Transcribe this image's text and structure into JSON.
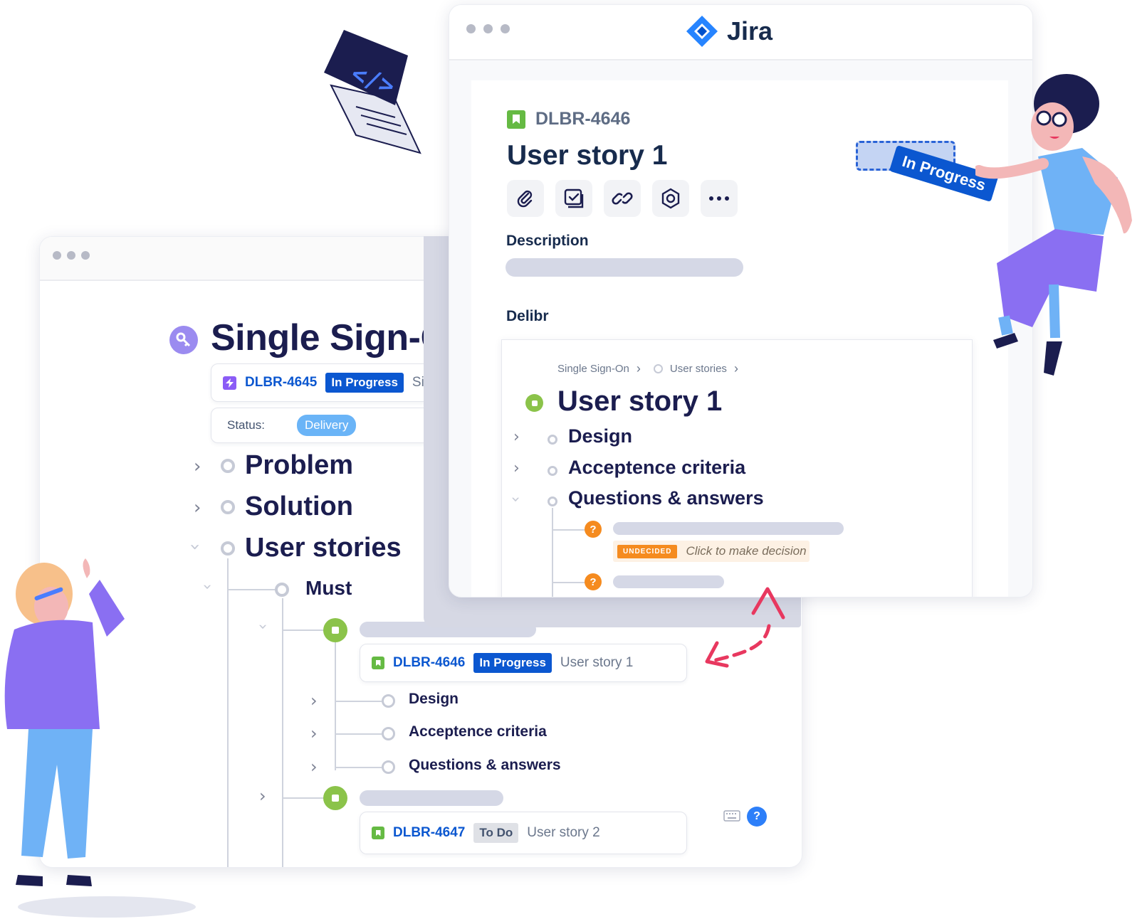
{
  "delibr": {
    "page_title": "Single Sign-On",
    "epic": {
      "key": "DLBR-4645",
      "status": "In Progress",
      "summary": "Sing"
    },
    "status_row": {
      "label": "Status:",
      "value": "Delivery"
    },
    "sections": [
      "Problem",
      "Solution",
      "User stories"
    ],
    "priority": "Must",
    "story1": {
      "key": "DLBR-4646",
      "status": "In Progress",
      "summary": "User story 1"
    },
    "children": [
      "Design",
      "Acceptence criteria",
      "Questions & answers"
    ],
    "story2": {
      "key": "DLBR-4647",
      "status": "To Do",
      "summary": "User story 2"
    }
  },
  "jira": {
    "brand": "Jira",
    "issue_key": "DLBR-4646",
    "title": "User story 1",
    "actions": [
      "paperclip-icon",
      "checklist-icon",
      "link-icon",
      "settings-icon",
      "more-icon"
    ],
    "description_label": "Description",
    "delibr_label": "Delibr",
    "embed": {
      "breadcrumb": [
        "Single Sign-On",
        "User stories"
      ],
      "title": "User story 1",
      "items": [
        "Design",
        "Acceptence criteria",
        "Questions & answers"
      ],
      "decision_badge": "UNDECIDED",
      "decision_prompt": "Click to make decision"
    }
  },
  "floating": {
    "status_pill": "In Progress"
  },
  "colors": {
    "brand_blue": "#0b57d0",
    "story_green": "#65ba43",
    "navy": "#1b1d4f",
    "question_orange": "#f58b1f",
    "accent_pink": "#e8385f"
  }
}
